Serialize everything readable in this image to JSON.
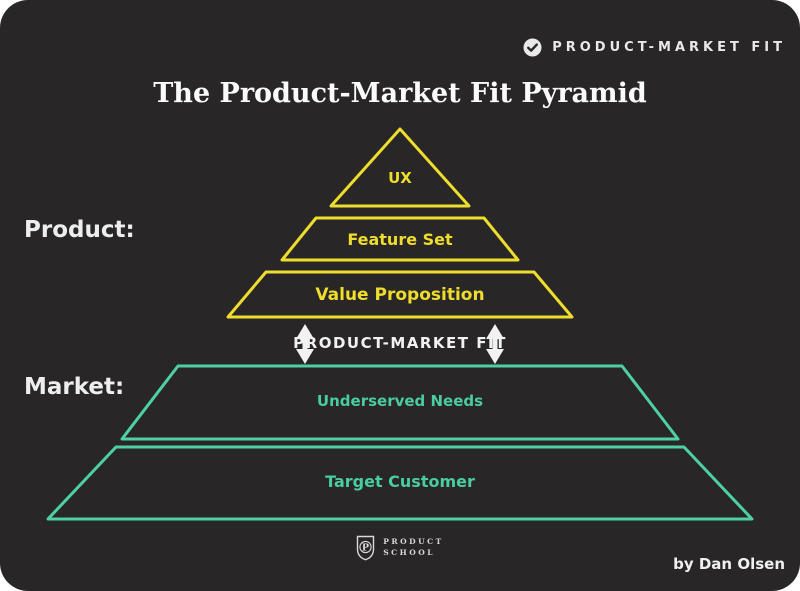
{
  "badge": {
    "icon": "check-circle-icon",
    "label": "PRODUCT-MARKET FIT"
  },
  "title": "The Product-Market Fit Pyramid",
  "side_labels": {
    "product": "Product:",
    "market": "Market:"
  },
  "pyramid": {
    "product_layers": [
      {
        "label": "UX"
      },
      {
        "label": "Feature Set"
      },
      {
        "label": "Value Proposition"
      }
    ],
    "fit_label": "PRODUCT-MARKET FIT",
    "market_layers": [
      {
        "label": "Underserved Needs"
      },
      {
        "label": "Target Customer"
      }
    ]
  },
  "footer": {
    "logo_letter": "P",
    "logo_line1": "PRODUCT",
    "logo_line2": "SCHOOL",
    "credit": "by Dan Olsen"
  },
  "colors": {
    "background": "#ffffff",
    "card": "#282626",
    "product_accent": "#efdd2e",
    "market_accent": "#4ed0a4",
    "text": "#f2f2f2"
  }
}
